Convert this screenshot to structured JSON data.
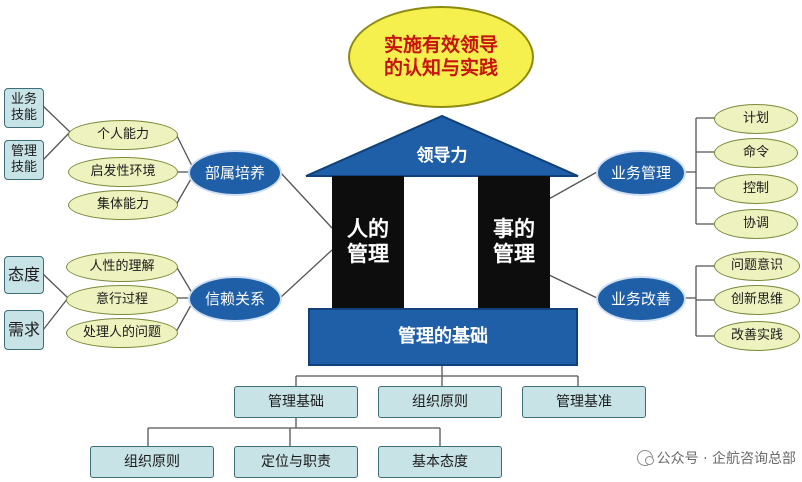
{
  "title": "实施有效领导\n的认知与实践",
  "roof": "领导力",
  "pillars": {
    "left": "人的\n管理",
    "right": "事的\n管理"
  },
  "base": "管理的基础",
  "left_top": {
    "hub": "部属培养",
    "items": [
      "个人能力",
      "启发性环境",
      "集体能力"
    ],
    "side_boxes": [
      "业务\n技能",
      "管理\n技能"
    ]
  },
  "left_bottom": {
    "hub": "信赖关系",
    "items": [
      "人性的理解",
      "意行过程",
      "处理人的问题"
    ],
    "side_boxes": [
      "态度",
      "需求"
    ]
  },
  "right_top": {
    "hub": "业务管理",
    "items": [
      "计划",
      "命令",
      "控制",
      "协调"
    ]
  },
  "right_bottom": {
    "hub": "业务改善",
    "items": [
      "问题意识",
      "创新思维",
      "改善实践"
    ]
  },
  "foundation_row1": [
    "管理基础",
    "组织原则",
    "管理基准"
  ],
  "foundation_row2": [
    "组织原则",
    "定位与职责",
    "基本态度"
  ],
  "watermark": "公众号 · 企航咨询总部",
  "colors": {
    "blue": "#1f5fa8",
    "pillar": "#0d0d0d",
    "ellipse_fill": "#eef2bf",
    "teal_box": "#c7e3e6",
    "title_fill": "#f5f04d",
    "title_text": "#c8120d"
  }
}
